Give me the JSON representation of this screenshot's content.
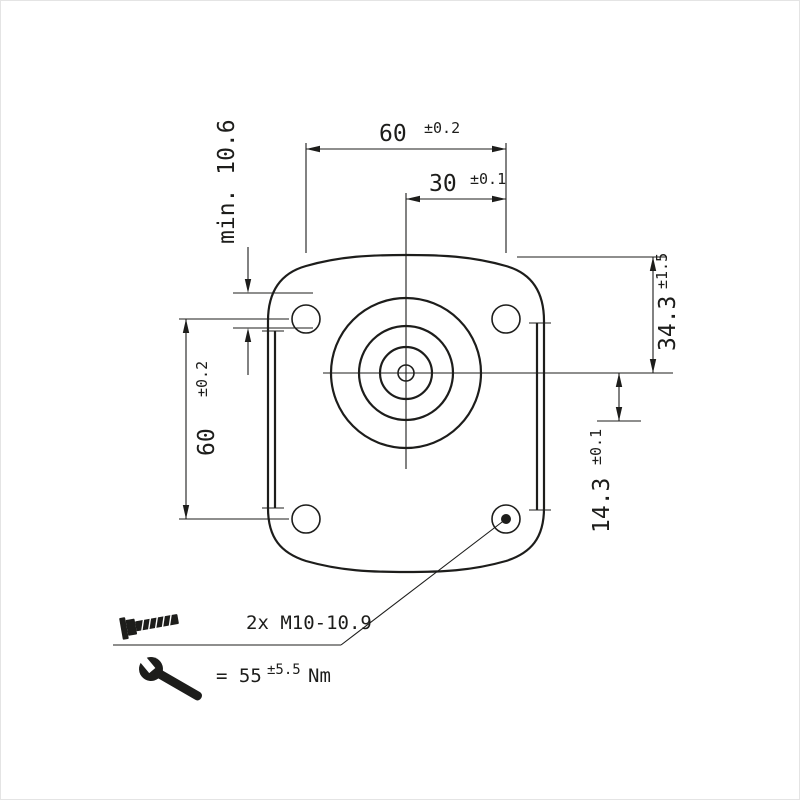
{
  "colors": {
    "line": "#1d1d1b",
    "background": "#ffffff"
  },
  "dims": {
    "top_width": {
      "value": "60",
      "tol": "±0.2"
    },
    "half_width": {
      "value": "30",
      "tol": "±0.1"
    },
    "left_height": {
      "value": "60",
      "tol": "±0.2"
    },
    "min_note": "min. 10.6",
    "right_top": {
      "value": "34.3",
      "tol": "±1.5"
    },
    "right_bottom": {
      "value": "14.3",
      "tol": "±0.1"
    }
  },
  "callouts": {
    "bolts": "2x M10-10.9",
    "torque_eq": "= 55",
    "torque_tol": "±5.5",
    "torque_unit": "Nm"
  }
}
